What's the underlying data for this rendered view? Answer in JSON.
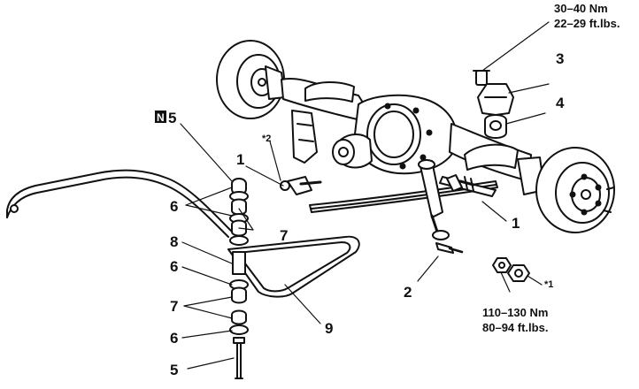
{
  "diagram": {
    "torque_top": {
      "line1": "30–40 Nm",
      "line2": "22–29 ft.lbs."
    },
    "torque_bottom": {
      "line1": "110–130 Nm",
      "line2": "80–94 ft.lbs."
    },
    "badge": {
      "letter": "N",
      "number": "5"
    },
    "labels": {
      "c1_left": "1",
      "c1_right": "1",
      "c2": "2",
      "c3": "3",
      "c4": "4",
      "c5_bottom": "5",
      "c6_a": "6",
      "c6_b": "6",
      "c6_c": "6",
      "c7_a": "7",
      "c7_b": "7",
      "c8": "8",
      "c9": "9",
      "star2": "*2",
      "star1": "*1"
    }
  }
}
